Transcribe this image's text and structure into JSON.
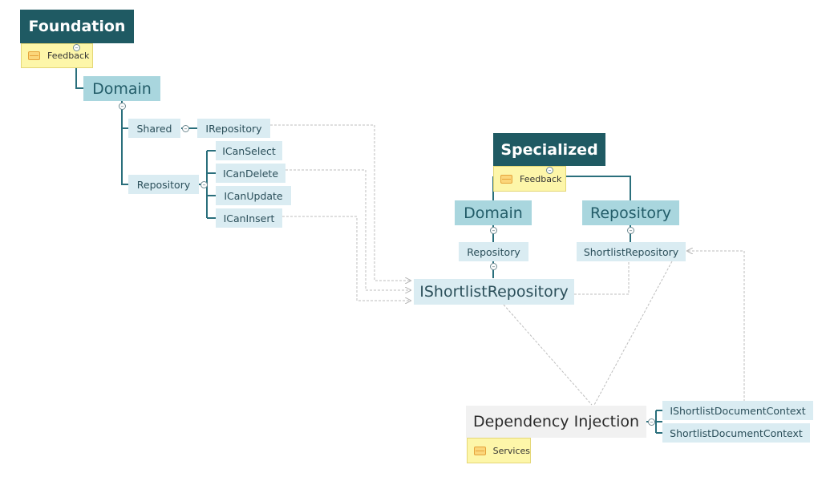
{
  "foundation": {
    "title": "Foundation",
    "note": "Feedback",
    "domain": "Domain",
    "shared": "Shared",
    "irepository": "IRepository",
    "repository": "Repository",
    "interfaces": [
      "ICanSelect",
      "ICanDelete",
      "ICanUpdate",
      "ICanInsert"
    ]
  },
  "specialized": {
    "title": "Specialized",
    "note": "Feedback",
    "domain": "Domain",
    "domain_repository": "Repository",
    "repository": "Repository",
    "shortlist_repository": "ShortlistRepository",
    "ishortlist_repository": "IShortlistRepository"
  },
  "dependency_injection": {
    "title": "Dependency Injection",
    "note": "Services",
    "children": [
      "IShortlistDocumentContext",
      "ShortlistDocumentContext"
    ]
  },
  "colors": {
    "dark_topic": "#1f5a63",
    "main_topic": "#a9d6de",
    "sub_topic": "#daecf2",
    "connector": "#2a6f7c",
    "relationship": "#bdbdbd",
    "note": "#fdf6a9"
  },
  "icons": {
    "note": "note-icon",
    "collapse": "collapse-toggle-icon"
  }
}
